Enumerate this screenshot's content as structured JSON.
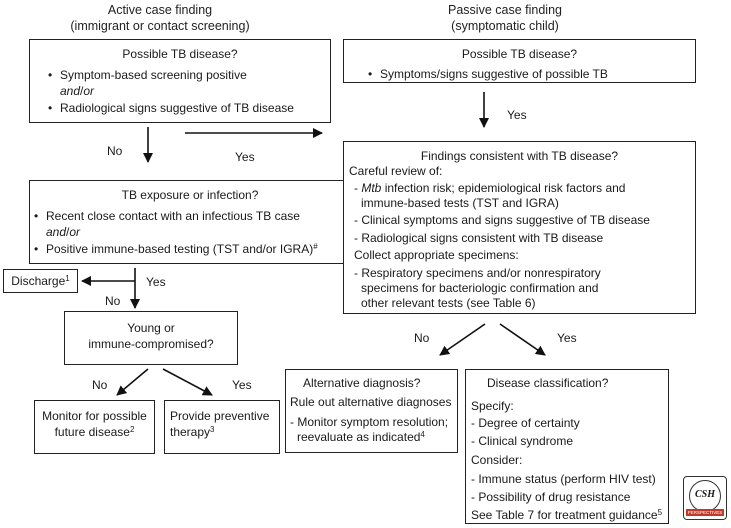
{
  "headers": {
    "active": [
      "Active case finding",
      "(immigrant or contact screening)"
    ],
    "passive": [
      "Passive case finding",
      "(symptomatic child)"
    ]
  },
  "active_box": {
    "title": "Possible TB disease?",
    "item1": "Symptom-based screening positive",
    "connector": "or",
    "item2": "Radiological signs suggestive of TB disease"
  },
  "passive_box": {
    "title": "Possible TB disease?",
    "item1": "Symptoms/signs suggestive of possible TB"
  },
  "exposure_box": {
    "title": "TB exposure or infection?",
    "item1": "Recent close contact with an infectious TB case",
    "connector": "or",
    "item2": "Positive immune-based testing (TST and/or IGRA)",
    "item2_sup": "#"
  },
  "findings_box": {
    "title": "Findings consistent with TB disease?",
    "review_label": "Careful review of:",
    "mtb_italic": "Mtb",
    "mtb_rest": " infection risk; epidemiological risk factors and",
    "mtb_line2": "immune-based tests (TST and IGRA)",
    "clinical": "- Clinical symptoms and signs suggestive of TB disease",
    "radiological": "- Radiological signs consistent with TB disease",
    "collect_label": "Collect appropriate specimens:",
    "resp_line1": "- Respiratory specimens and/or nonrespiratory",
    "resp_line2": "specimens for bacteriologic confirmation and",
    "resp_line3": "other relevant tests (see Table 6)"
  },
  "discharge": {
    "label": "Discharge",
    "sup": "1"
  },
  "young_box": {
    "line1": "Young or",
    "line2": "immune-compromised?"
  },
  "monitor_box": {
    "line1": "Monitor for possible",
    "line2": "future disease",
    "sup": "2"
  },
  "preventive_box": {
    "line1": "Provide preventive",
    "line2": "therapy",
    "sup": "3"
  },
  "alt_box": {
    "title": "Alternative diagnosis?",
    "rule_out": "Rule out alternative diagnoses",
    "monitor_line1": "- Monitor symptom resolution;",
    "monitor_line2": "reevaluate as indicated",
    "sup": "4"
  },
  "class_box": {
    "title": "Disease classification?",
    "specify": "Specify:",
    "degree": "- Degree of certainty",
    "syndrome": "- Clinical syndrome",
    "consider": "Consider:",
    "immune": "- Immune status (perform HIV test)",
    "resistance": "- Possibility of drug resistance",
    "table7": "See Table 7 for treatment guidance",
    "sup": "5"
  },
  "labels": {
    "no1": "No",
    "yes1": "Yes",
    "yes2": "Yes",
    "yes3": "Yes",
    "no2": "No",
    "no3": "No",
    "yes4": "Yes",
    "no4": "No",
    "yes5": "Yes"
  },
  "logo": {
    "top": "CSH",
    "bottom": "PERSPECTIVES"
  }
}
